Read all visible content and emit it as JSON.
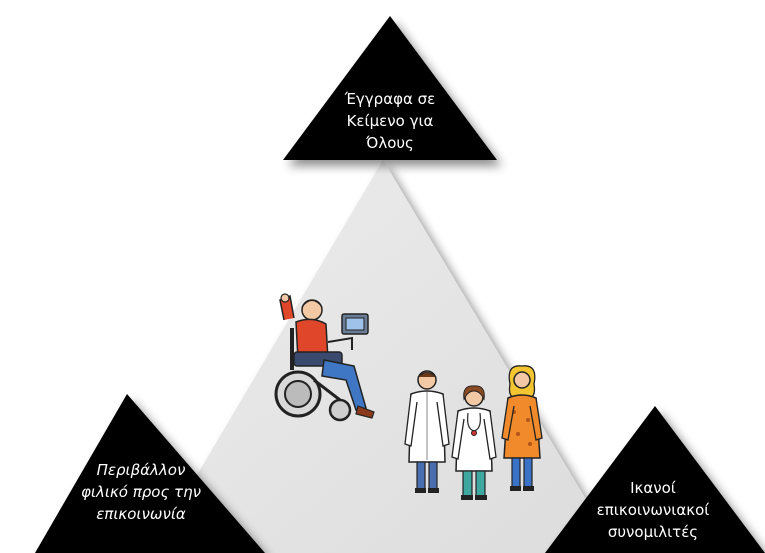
{
  "diagram": {
    "top_label": {
      "lines": [
        "Έγγραφα σε",
        "Κείμενο για",
        "Όλους"
      ]
    },
    "left_label": {
      "lines": [
        "Περιβάλλον",
        "φιλικό προς την",
        "επικοινωνία"
      ]
    },
    "right_label": {
      "lines": [
        "Ικανοί",
        "επικοινωνιακοί",
        "συνομιλιτές"
      ]
    },
    "colors": {
      "center_triangle_fill": "#e4e4e4",
      "corner_triangle_fill": "#000000",
      "corner_text": "#ffffff"
    },
    "icons": [
      "wheelchair-user-icon",
      "male-doctor-icon",
      "female-doctor-icon",
      "woman-icon"
    ]
  }
}
